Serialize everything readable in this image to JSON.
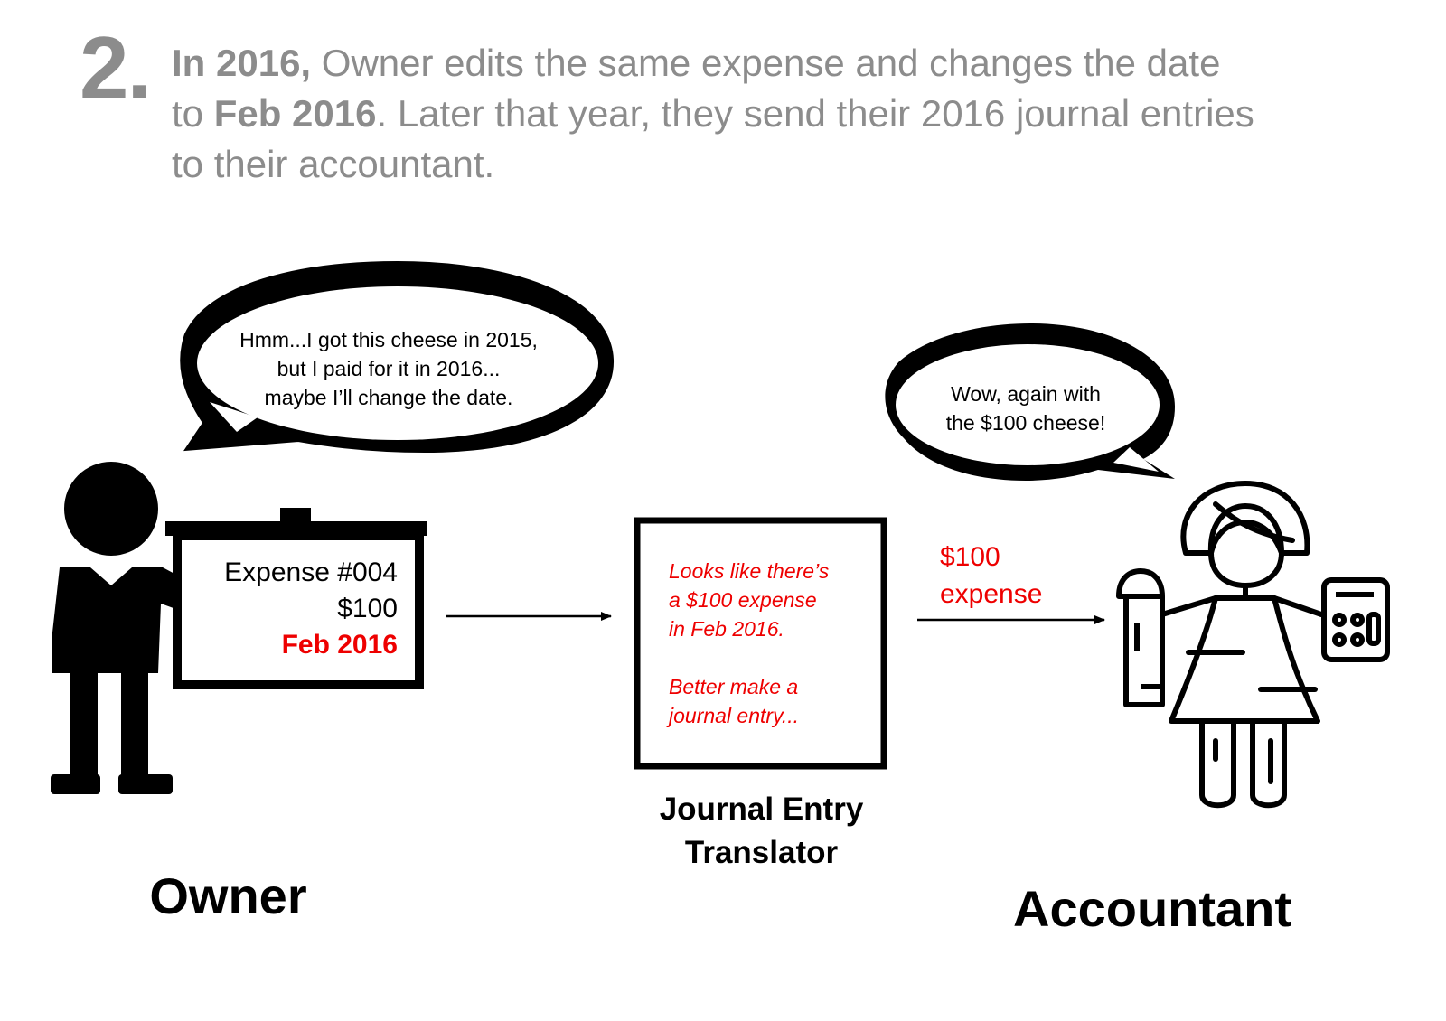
{
  "step": {
    "number": "2.",
    "line1_bold": "In 2016,",
    "line1_rest": " Owner edits the same expense and changes the date",
    "line2_pre": "to ",
    "line2_bold": "Feb 2016",
    "line2_rest": ".  Later that year, they send their 2016 journal entries",
    "line3": "to their accountant."
  },
  "owner": {
    "label": "Owner",
    "bubble_lines": [
      "Hmm...I got this cheese in 2015,",
      "but I paid for it in 2016...",
      "maybe I’ll change the date."
    ],
    "sign": {
      "expense_id": "Expense #004",
      "amount": "$100",
      "date": "Feb 2016"
    }
  },
  "translator": {
    "label_line1": "Journal Entry",
    "label_line2": "Translator",
    "note_lines": [
      "Looks like there’s",
      "a $100 expense",
      "in Feb 2016.",
      "",
      "Better make a",
      "journal entry..."
    ]
  },
  "transfer": {
    "label_line1": "$100",
    "label_line2": "expense"
  },
  "accountant": {
    "label": "Accountant",
    "bubble_lines": [
      "Wow, again with",
      "the $100 cheese!"
    ]
  },
  "colors": {
    "heading_gray": "#8c8c8c",
    "highlight_red": "#ee0000",
    "ink": "#000000"
  },
  "icons": [
    "owner-figure-icon",
    "presentation-board-icon",
    "arrow-right-icon",
    "accountant-figure-icon",
    "receipt-roll-icon",
    "calculator-icon",
    "speech-bubble-icon"
  ]
}
